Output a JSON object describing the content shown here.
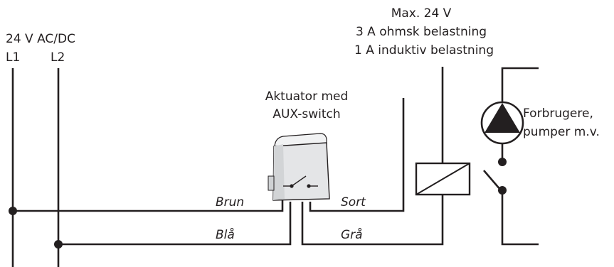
{
  "supply": {
    "voltage_label": "24 V AC/DC",
    "l1_label": "L1",
    "l2_label": "L2"
  },
  "rating": {
    "line1": "Max. 24 V",
    "line2": "3 A ohmsk belastning",
    "line3": "1 A induktiv belastning"
  },
  "actuator": {
    "line1": "Aktuator med",
    "line2": "AUX-switch"
  },
  "wires": {
    "brun": "Brun",
    "blaa": "Blå",
    "sort": "Sort",
    "graa": "Grå"
  },
  "load": {
    "line1": "Forbrugere,",
    "line2": "pumper m.v."
  },
  "colors": {
    "line": "#231f20",
    "actuator_body": "#e4e5e7"
  }
}
